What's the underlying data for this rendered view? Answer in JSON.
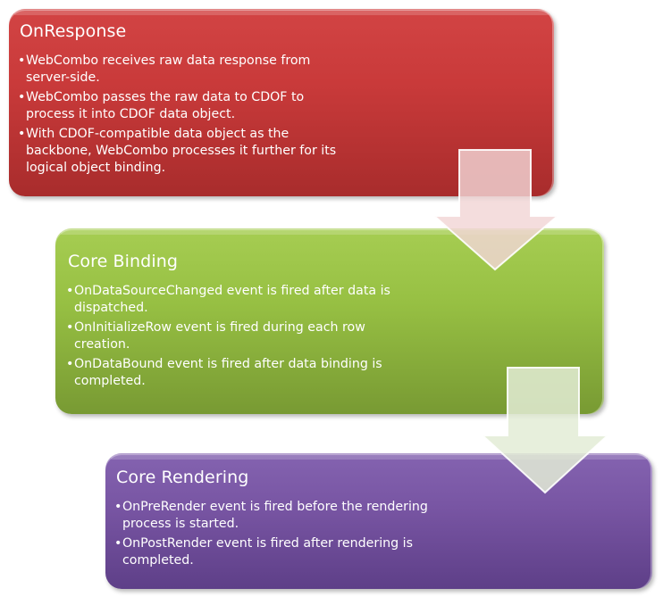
{
  "diagram": {
    "stages": [
      {
        "title": "OnResponse",
        "color": "#c93a3a",
        "bullets": [
          "WebCombo receives raw data response from server-side.",
          "WebCombo passes the raw data to CDOF to process it into CDOF data object.",
          "With CDOF-compatible data object as the backbone, WebCombo processes it further for its logical object binding."
        ]
      },
      {
        "title": "Core Binding",
        "color": "#97c043",
        "bullets": [
          "OnDataSourceChanged  event is fired after data is dispatched.",
          "OnInitializeRow  event is fired during each row creation.",
          "OnDataBound event is fired after data binding  is completed."
        ]
      },
      {
        "title": "Core Rendering",
        "color": "#7855a3",
        "bullets": [
          "OnPreRender  event is fired before the rendering process is started.",
          "OnPostRender  event is fired after rendering  is completed."
        ]
      }
    ],
    "bullet_glyph": "•",
    "arrows": [
      {
        "from": "OnResponse",
        "to": "Core Binding",
        "icon": "down-arrow-icon",
        "tint": "#f2d6d6"
      },
      {
        "from": "Core Binding",
        "to": "Core Rendering",
        "icon": "down-arrow-icon",
        "tint": "#e3ecd6"
      }
    ]
  }
}
